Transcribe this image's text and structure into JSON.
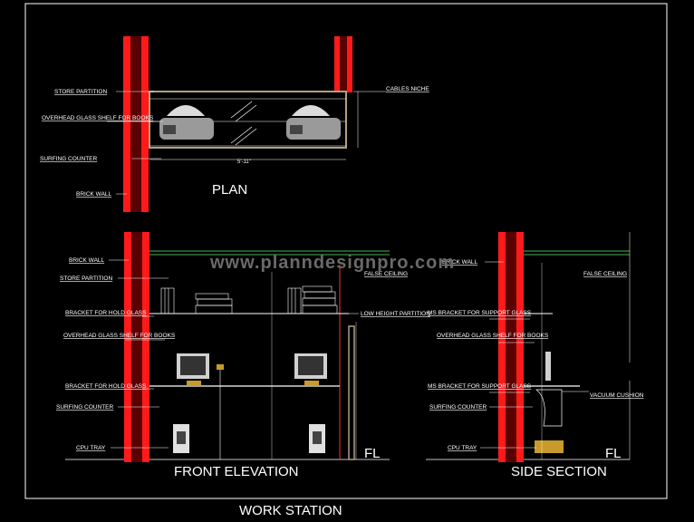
{
  "drawing_title": "WORK STATION",
  "watermark": "www.planndesignpro.com",
  "plan": {
    "title": "PLAN",
    "labels": {
      "store_partition": "STORE PARTITION",
      "overhead_glass": "OVERHEAD GLASS SHELF FOR BOOKS",
      "surfing_counter": "SURFING COUNTER",
      "brick_wall": "BRICK WALL",
      "cables_niche": "CABLES NICHE"
    },
    "dimension": "5'-11\""
  },
  "front_elevation": {
    "title": "FRONT ELEVATION",
    "labels": {
      "brick_wall": "BRICK WALL",
      "store_partition": "STORE PARTITION",
      "bracket_glass": "BRACKET FOR HOLD GLASS",
      "overhead_glass": "OVERHEAD GLASS SHELF FOR BOOKS",
      "bracket_glass_2": "BRACKET FOR HOLD GLASS",
      "surfing_counter": "SURFING COUNTER",
      "cpu_tray": "CPU TRAY",
      "false_ceiling": "FALSE CEILING",
      "low_height_partition": "LOW HEIGHT PARTITION"
    },
    "fl": "FL"
  },
  "side_section": {
    "title": "SIDE SECTION",
    "labels": {
      "brick_wall": "BRICK WALL",
      "ms_bracket": "MS BRACKET FOR SUPPORT GLASS",
      "overhead_glass": "OVERHEAD GLASS SHELF FOR BOOKS",
      "ms_bracket_2": "MS BRACKET FOR SUPPORT GLASS",
      "surfing_counter": "SURFING COUNTER",
      "cpu_tray": "CPU TRAY",
      "false_ceiling": "FALSE CEILING",
      "vacuum_cushion": "VACUUM CUSHION"
    },
    "fl": "FL"
  },
  "colors": {
    "background": "#000000",
    "wall": "#ff1a1a",
    "line": "#ffffff",
    "ceiling": "#4caf50",
    "furniture": "#c9c9c9",
    "partition": "#b0a080"
  }
}
